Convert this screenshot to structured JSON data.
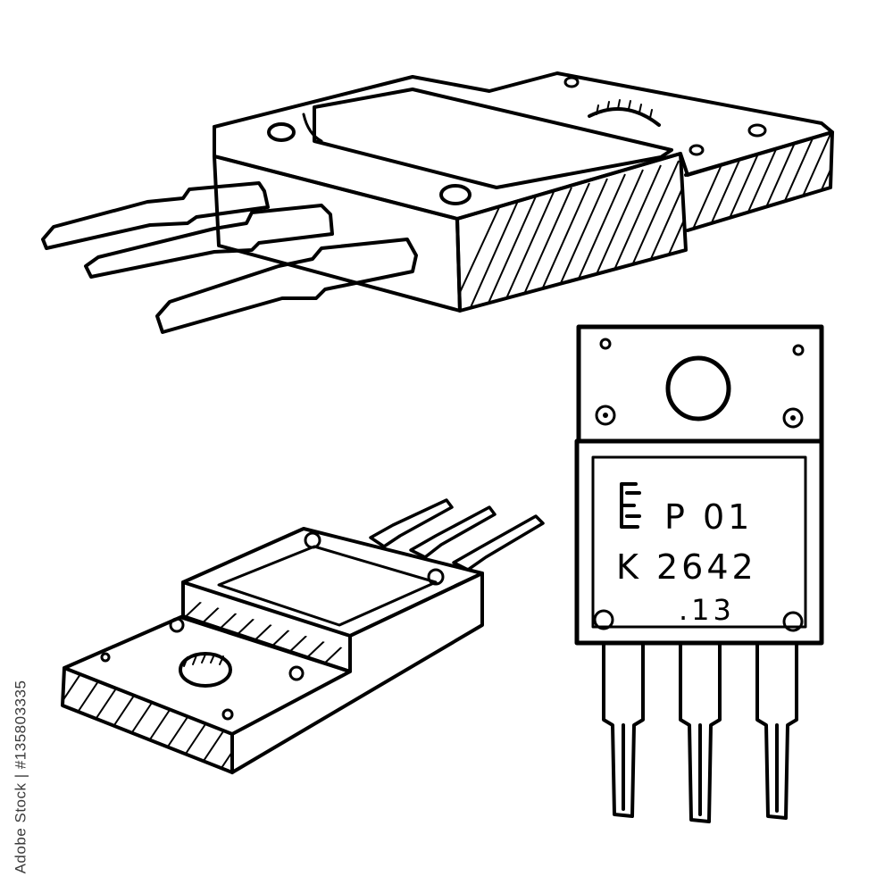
{
  "illustration": {
    "subject": "three TO-220 style power transistors, hand-drawn ink sketch",
    "ink_color": "#000000",
    "background_color": "#ffffff",
    "front_chip": {
      "line1": "P 01",
      "line2": "K 2642",
      "line3": ".13"
    },
    "side_id": "Adobe Stock | #135803335"
  }
}
